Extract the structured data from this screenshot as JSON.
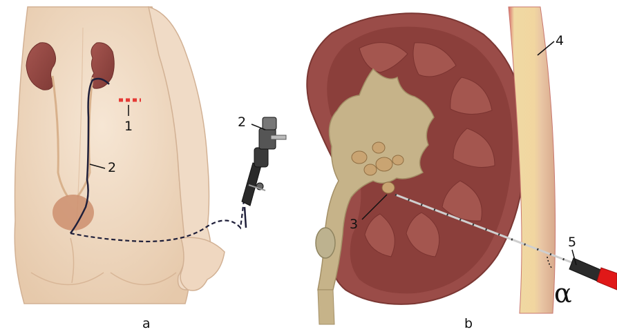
{
  "panels": [
    {
      "caption": "a"
    },
    {
      "caption": "b"
    }
  ],
  "labels": {
    "l1": "1",
    "l2_tube": "2",
    "l2_scope": "2",
    "l3": "3",
    "l4": "4",
    "l5": "5",
    "alpha": "α"
  },
  "colors": {
    "skin": "#efd9c2",
    "kidney": "#8e4a45",
    "tube": "#1f1f3a",
    "needle_tip": "#e01818",
    "marker": "#e53935",
    "urine_tract": "#c8b48c"
  }
}
